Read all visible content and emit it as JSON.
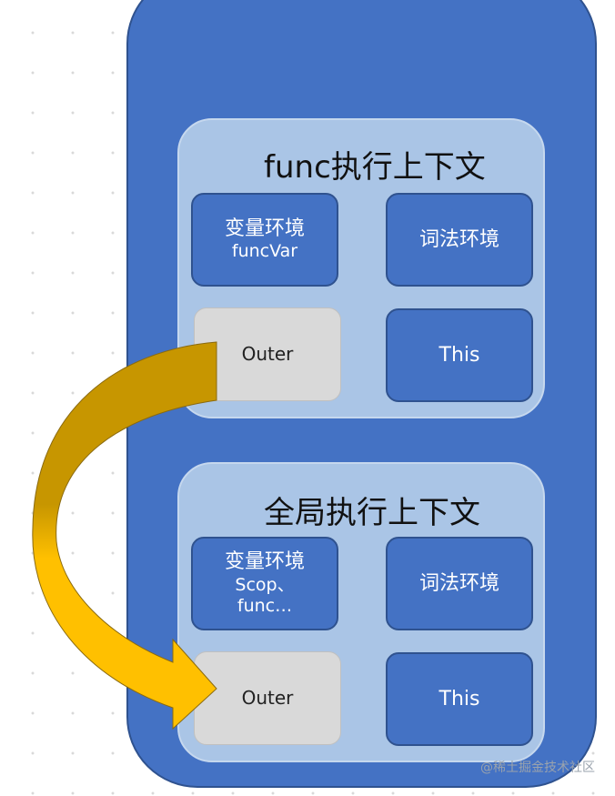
{
  "func_context": {
    "title": "func执行上下文",
    "variable_env": {
      "line1": "变量环境",
      "line2": "funcVar"
    },
    "lexical_env": "词法环境",
    "outer": "Outer",
    "this": "This"
  },
  "global_context": {
    "title": "全局执行上下文",
    "variable_env": {
      "line1": "变量环境",
      "line2": "Scop、",
      "line3": "func…"
    },
    "lexical_env": "词法环境",
    "outer": "Outer",
    "this": "This"
  },
  "arrow": {
    "fill_color": "#ffc000",
    "shade_color": "#c79600",
    "stroke_color": "#8a6a10"
  },
  "colors": {
    "stack_blue": "#4472c4",
    "context_light": "#aac5e6",
    "outer_gray": "#d9d9d9"
  },
  "watermark": "@稀土掘金技术社区"
}
